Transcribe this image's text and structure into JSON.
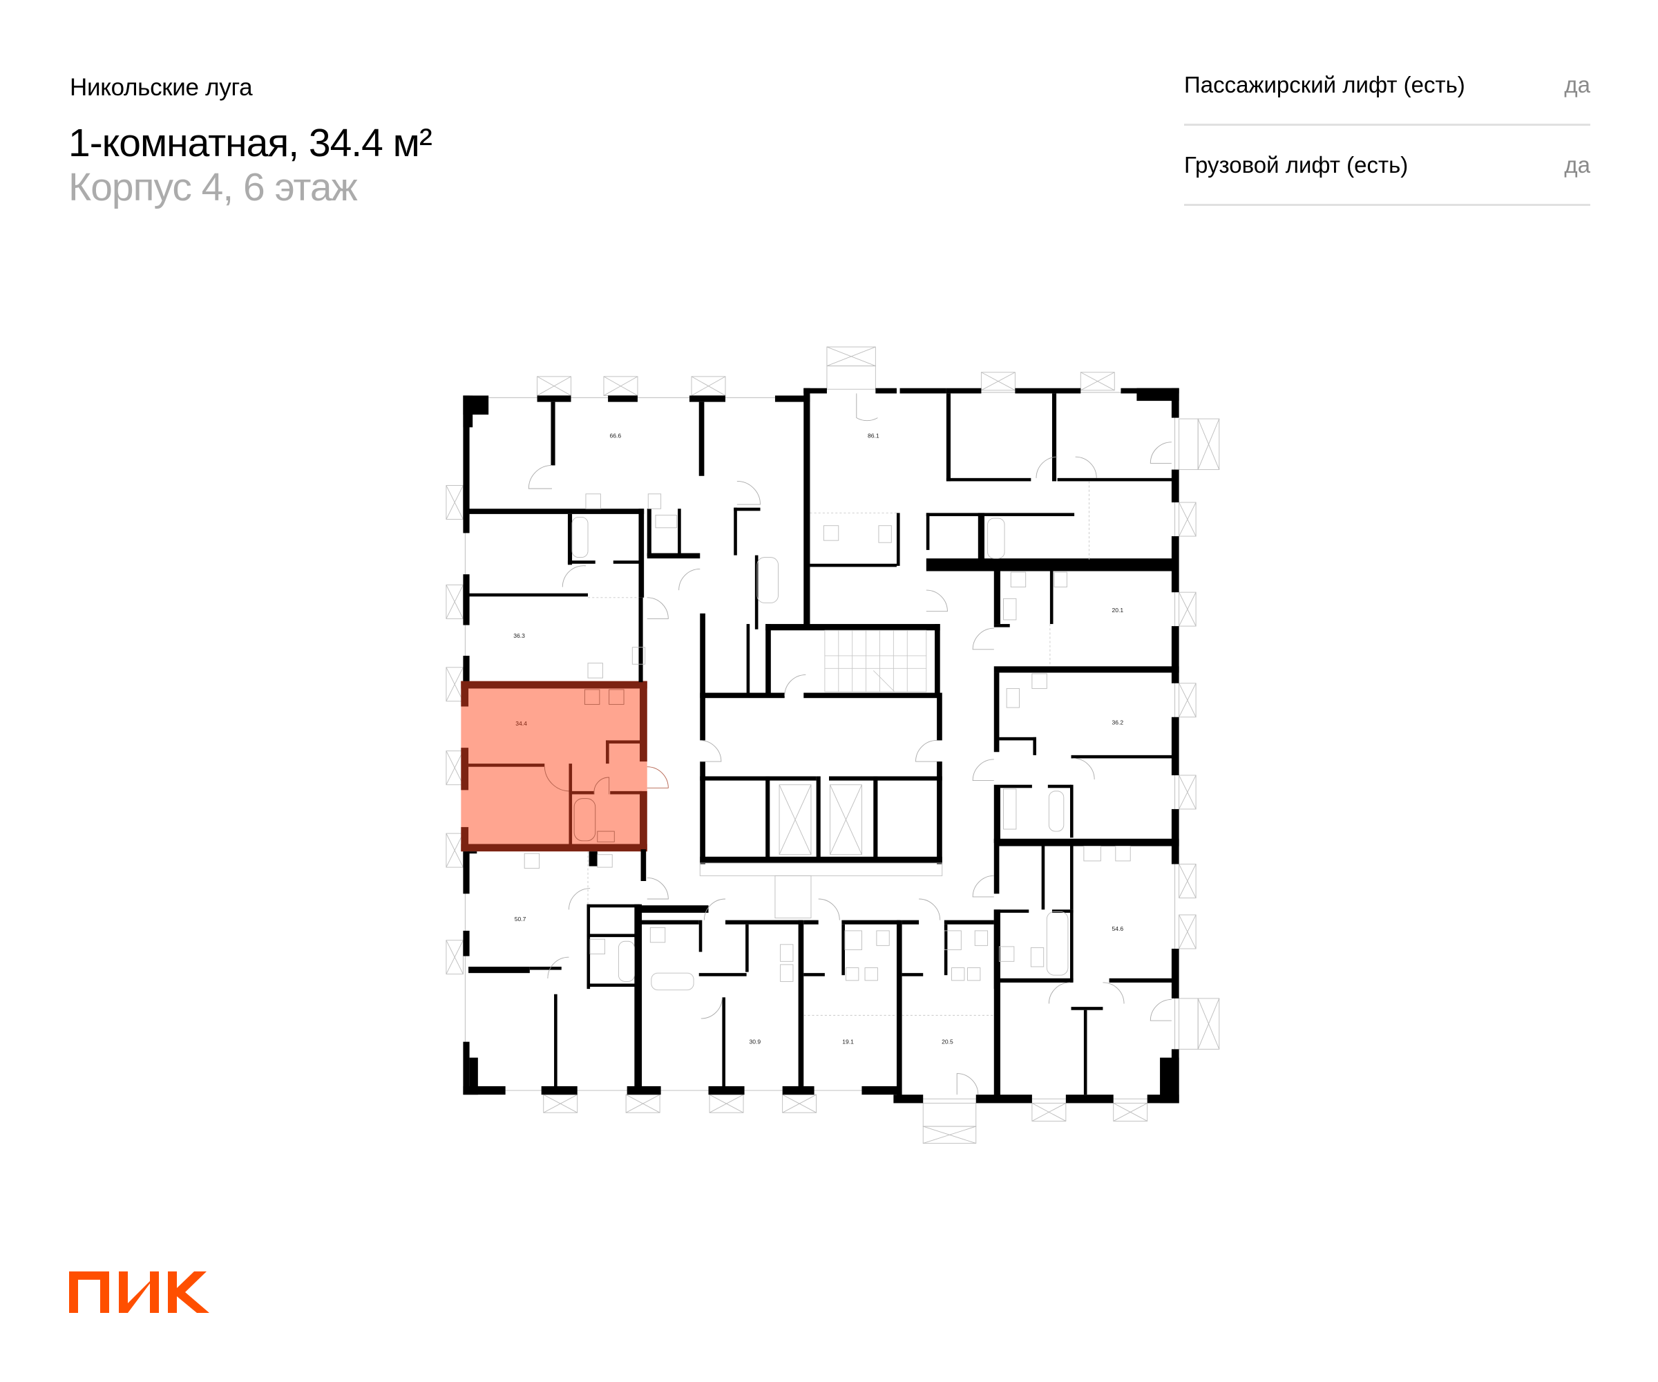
{
  "header": {
    "project_name": "Никольские луга",
    "title": "1-комнатная, 34.4 м²",
    "subtitle": "Корпус 4, 6 этаж"
  },
  "specs": [
    {
      "label": "Пассажирский лифт (есть)",
      "value": "да"
    },
    {
      "label": "Грузовой лифт (есть)",
      "value": "да"
    }
  ],
  "floor_plan": {
    "highlighted_apartment": "34.4",
    "highlight_fill": "#FFA590",
    "highlight_wall": "#7C2312",
    "wall_color": "#000000",
    "apartments": [
      {
        "id": "apt-66-6",
        "area": "66.6"
      },
      {
        "id": "apt-86-1",
        "area": "86.1"
      },
      {
        "id": "apt-36-3",
        "area": "36.3"
      },
      {
        "id": "apt-34-4",
        "area": "34.4"
      },
      {
        "id": "apt-20-1",
        "area": "20.1"
      },
      {
        "id": "apt-36-2",
        "area": "36.2"
      },
      {
        "id": "apt-50-7",
        "area": "50.7"
      },
      {
        "id": "apt-54-6",
        "area": "54.6"
      },
      {
        "id": "apt-30-9",
        "area": "30.9"
      },
      {
        "id": "apt-19-1",
        "area": "19.1"
      },
      {
        "id": "apt-20-5",
        "area": "20.5"
      }
    ]
  },
  "brand": {
    "logo_text": "ПИК",
    "color": "#FF4F00"
  }
}
